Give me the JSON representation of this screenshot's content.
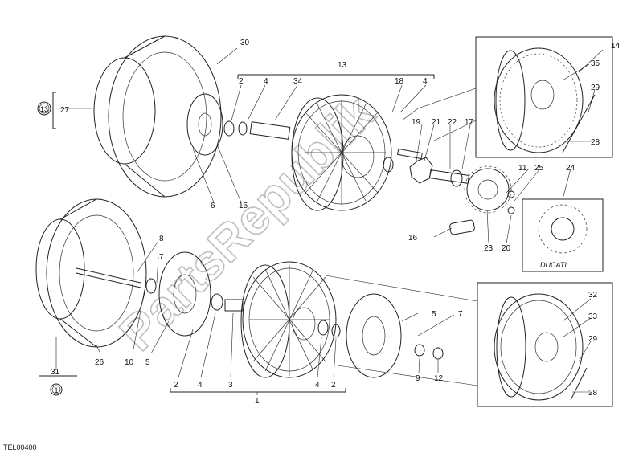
{
  "drawing_code": "TEL00400",
  "watermark": "PartsRepublik",
  "brand": "DUCATI",
  "callouts": [
    "1",
    "2",
    "3",
    "4",
    "5",
    "6",
    "7",
    "8",
    "9",
    "10",
    "11",
    "12",
    "13",
    "14",
    "15",
    "16",
    "17",
    "18",
    "19",
    "20",
    "21",
    "22",
    "23",
    "24",
    "25",
    "26",
    "27",
    "28",
    "29",
    "30",
    "31",
    "32",
    "33",
    "34",
    "35"
  ],
  "group_markers": [
    "13",
    "1"
  ]
}
